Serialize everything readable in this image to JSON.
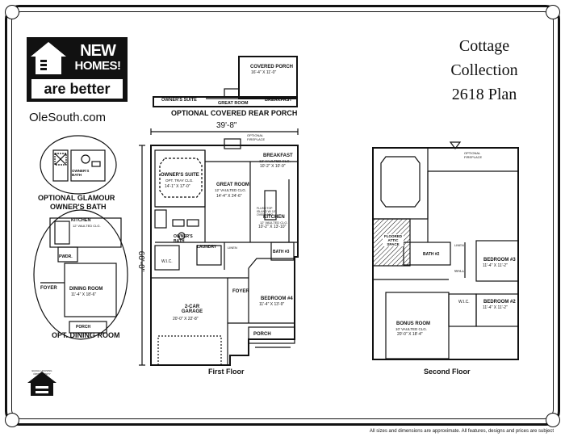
{
  "brand": {
    "logo_new": "NEW",
    "logo_homes": "HOMES!",
    "logo_better": "are better",
    "website": "OleSouth.com"
  },
  "title": {
    "line1": "Cottage",
    "line2": "Collection",
    "line3": "2618 Plan"
  },
  "rear_porch": {
    "covered_porch": "COVERED PORCH",
    "covered_porch_dim": "16'-4\" X 11'-0\"",
    "owners_suite": "OWNER'S SUITE",
    "great_room": "GREAT ROOM",
    "breakfast": "BREAKFAST",
    "caption": "OPTIONAL COVERED REAR PORCH"
  },
  "first_floor": {
    "width_dim": "39'-8\"",
    "depth_dim": "60'-0\"",
    "optional_fireplace": "OPTIONAL FIREPLACE",
    "breakfast": "BREAKFAST",
    "breakfast_note": "12' VAULTED CLG.",
    "breakfast_dim": "10'-2\" X 10'-9\"",
    "owners_suite": "OWNER'S SUITE",
    "owners_suite_note": "OPT. TRAY CLG.",
    "owners_suite_dim": "14'-1\" X 17'-0\"",
    "great_room": "GREAT ROOM",
    "great_room_note": "12' VAULTED CLG.",
    "great_room_dim": "14'-4\" X 24'-6\"",
    "island_note": "FLUSH TOP ISLAND W/ 10\" OVERHANG",
    "kitchen": "KITCHEN",
    "kitchen_note": "12' VAULTED CLG.",
    "kitchen_dim": "10'-2\" X 13'-10\"",
    "owners_bath": "OWNER'S BATH",
    "laundry": "LAUNDRY",
    "linen": "LINEN",
    "wic": "W.I.C.",
    "bath3": "BATH #3",
    "garage": "2-CAR GARAGE",
    "garage_dim": "20'-0\" X 22'-8\"",
    "foyer": "FOYER",
    "bedroom4": "BEDROOM #4",
    "bedroom4_dim": "11'-4\" X 13'-9\"",
    "porch": "PORCH",
    "caption": "First Floor"
  },
  "glamour_bath": {
    "owners_bath": "OWNER'S BATH",
    "caption_line1": "OPTIONAL GLAMOUR",
    "caption_line2": "OWNER'S BATH"
  },
  "dining_room": {
    "kitchen": "KITCHEN",
    "kitchen_note": "12' VAULTED CLG.",
    "pwdr": "PWDR.",
    "foyer": "FOYER",
    "dining": "DINING ROOM",
    "dining_dim": "11'-4\" X 18'-6\"",
    "porch": "PORCH",
    "caption": "OPT. DINING ROOM"
  },
  "second_floor": {
    "optional_fireplace": "OPTIONAL FIREPLACE",
    "attic": "FLOORED ATTIC SPACE",
    "linen": "LINEN",
    "bath2": "BATH #2",
    "bedroom3": "BEDROOM #3",
    "bedroom3_dim": "11'-4\" X 11'-2\"",
    "wall": "WALL",
    "wic": "W.I.C.",
    "bedroom2": "BEDROOM #2",
    "bedroom2_dim": "11'-4\" X 11'-2\"",
    "bonus_room": "BONUS ROOM",
    "bonus_note": "10' VAULTED CLG.",
    "bonus_dim": "20'-0\" X 18'-4\"",
    "caption": "Second Floor"
  },
  "equal_housing": "EQUAL HOUSING OPPORTUNITY",
  "footer": "All sizes and dimensions are approximate. All features, designs and prices are subject"
}
